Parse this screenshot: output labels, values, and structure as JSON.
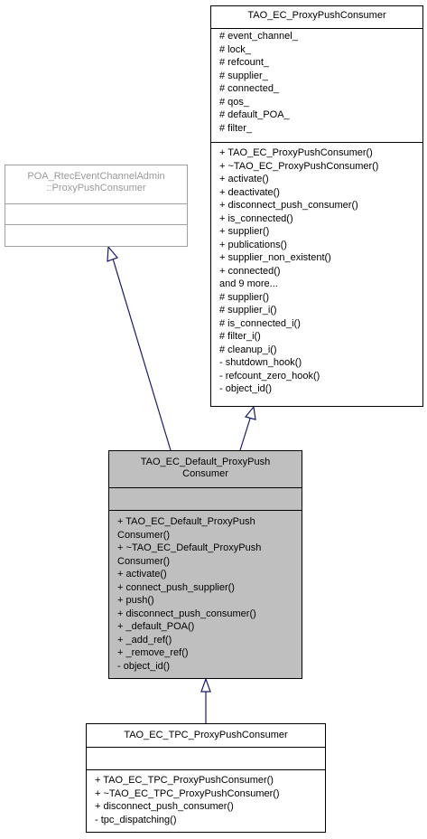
{
  "classes": {
    "proxy_push_consumer": {
      "title": "TAO_EC_ProxyPushConsumer",
      "attributes": [
        "# event_channel_",
        "# lock_",
        "# refcount_",
        "# supplier_",
        "# connected_",
        "# qos_",
        "# default_POA_",
        "# filter_"
      ],
      "operations": [
        "+ TAO_EC_ProxyPushConsumer()",
        "+ ~TAO_EC_ProxyPushConsumer()",
        "+ activate()",
        "+ deactivate()",
        "+ disconnect_push_consumer()",
        "+ is_connected()",
        "+ supplier()",
        "+ publications()",
        "+ supplier_non_existent()",
        "+ connected()",
        "and 9 more...",
        "# supplier()",
        "# supplier_i()",
        "# is_connected_i()",
        "# filter_i()",
        "# cleanup_i()",
        "- shutdown_hook()",
        "- refcount_zero_hook()",
        "- object_id()"
      ]
    },
    "poa_proxy_push_consumer": {
      "title": "POA_RtecEventChannelAdmin\n::ProxyPushConsumer",
      "attributes": [],
      "operations": []
    },
    "default_proxy_push_consumer": {
      "title": "TAO_EC_Default_ProxyPush\nConsumer",
      "attributes": [],
      "operations": [
        "+ TAO_EC_Default_ProxyPush\nConsumer()",
        "+ ~TAO_EC_Default_ProxyPush\nConsumer()",
        "+ activate()",
        "+ connect_push_supplier()",
        "+ push()",
        "+ disconnect_push_consumer()",
        "+ _default_POA()",
        "+ _add_ref()",
        "+ _remove_ref()",
        "- object_id()"
      ]
    },
    "tpc_proxy_push_consumer": {
      "title": "TAO_EC_TPC_ProxyPushConsumer",
      "attributes": [],
      "operations": [
        "+ TAO_EC_TPC_ProxyPushConsumer()",
        "+ ~TAO_EC_TPC_ProxyPushConsumer()",
        "+ disconnect_push_consumer()",
        "- tpc_dispatching()"
      ]
    }
  },
  "colors": {
    "highlight_fill": "#bfbfbf",
    "edge": "#191970",
    "external_border": "#a0a0a0",
    "external_text": "#9a9a9a"
  }
}
